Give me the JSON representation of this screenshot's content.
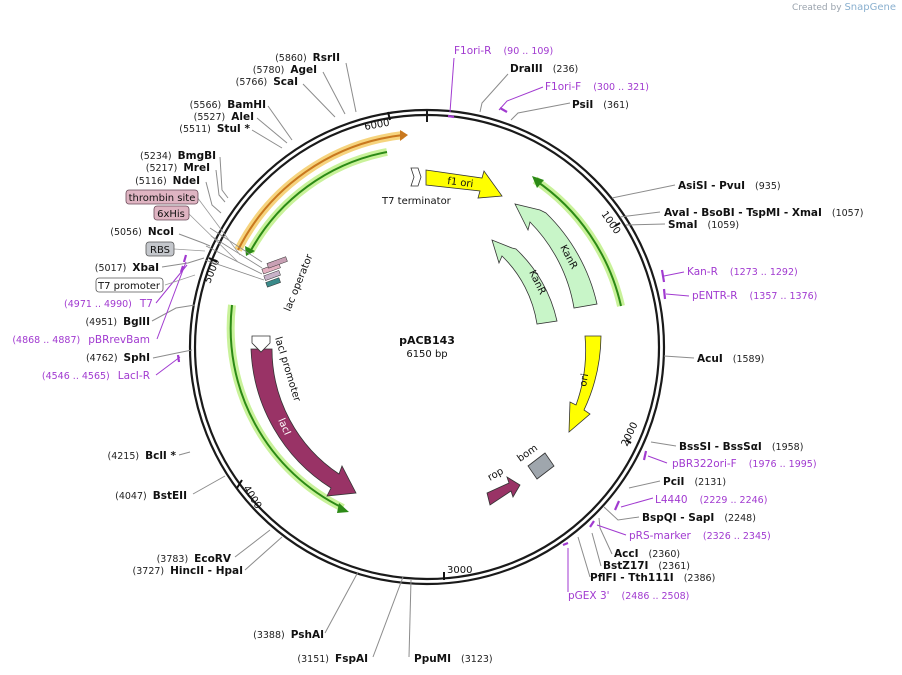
{
  "credit": {
    "prefix": "Created by",
    "app": "SnapGene"
  },
  "plasmid": {
    "name": "pACB143",
    "length": "6150 bp"
  },
  "ticks": [
    "1000",
    "2000",
    "3000",
    "4000",
    "5000",
    "6000"
  ],
  "restriction_sites": [
    {
      "name": "RsrII",
      "pos": "(5860)"
    },
    {
      "name": "AgeI",
      "pos": "(5780)"
    },
    {
      "name": "ScaI",
      "pos": "(5766)"
    },
    {
      "name": "DraIII",
      "pos": "(236)"
    },
    {
      "name": "PsiI",
      "pos": "(361)"
    },
    {
      "name": "BamHI",
      "pos": "(5566)"
    },
    {
      "name": "AleI",
      "pos": "(5527)"
    },
    {
      "name": "StuI *",
      "pos": "(5511)"
    },
    {
      "name": "BmgBI",
      "pos": "(5234)"
    },
    {
      "name": "MreI",
      "pos": "(5217)"
    },
    {
      "name": "NdeI",
      "pos": "(5116)"
    },
    {
      "name": "NcoI",
      "pos": "(5056)"
    },
    {
      "name": "XbaI",
      "pos": "(5017)"
    },
    {
      "name": "BglII",
      "pos": "(4951)"
    },
    {
      "name": "SphI",
      "pos": "(4762)"
    },
    {
      "name": "BclI *",
      "pos": "(4215)"
    },
    {
      "name": "BstEII",
      "pos": "(4047)"
    },
    {
      "name": "EcoRV",
      "pos": "(3783)"
    },
    {
      "name": "HincII  -  HpaI",
      "pos": "(3727)"
    },
    {
      "name": "PshAI",
      "pos": "(3388)"
    },
    {
      "name": "FspAI",
      "pos": "(3151)"
    },
    {
      "name": "PpuMI",
      "pos": "(3123)"
    },
    {
      "name": "AsiSI  -  PvuI",
      "pos": "(935)"
    },
    {
      "name": "AvaI  -  BsoBI  -  TspMI  -  XmaI",
      "pos": "(1057)"
    },
    {
      "name": "SmaI",
      "pos": "(1059)"
    },
    {
      "name": "AcuI",
      "pos": "(1589)"
    },
    {
      "name": "BssSI  -  BssSαI",
      "pos": "(1958)"
    },
    {
      "name": "PciI",
      "pos": "(2131)"
    },
    {
      "name": "BspQI  -  SapI",
      "pos": "(2248)"
    },
    {
      "name": "AccI",
      "pos": "(2360)"
    },
    {
      "name": "BstZ17I",
      "pos": "(2361)"
    },
    {
      "name": "PflFI  -  Tth111I",
      "pos": "(2386)"
    }
  ],
  "primers": [
    {
      "name": "F1ori-R",
      "pos": "(90 .. 109)"
    },
    {
      "name": "F1ori-F",
      "pos": "(300 .. 321)"
    },
    {
      "name": "Kan-R",
      "pos": "(1273 .. 1292)"
    },
    {
      "name": "pENTR-R",
      "pos": "(1357 .. 1376)"
    },
    {
      "name": "pBR322ori-F",
      "pos": "(1976 .. 1995)"
    },
    {
      "name": "L4440",
      "pos": "(2229 .. 2246)"
    },
    {
      "name": "pRS-marker",
      "pos": "(2326 .. 2345)"
    },
    {
      "name": "pGEX 3'",
      "pos": "(2486 .. 2508)"
    },
    {
      "name": "T7",
      "pos": "(4971 .. 4990)"
    },
    {
      "name": "pBRrevBam",
      "pos": "(4868 .. 4887)"
    },
    {
      "name": "LacI-R",
      "pos": "(4546 .. 4565)"
    }
  ],
  "boxed_features": [
    "thrombin site",
    "6xHis",
    "RBS",
    "T7 promoter"
  ],
  "feature_labels": {
    "f1ori": "f1 ori",
    "kanr_outer": "KanR",
    "kanr_inner": "KanR",
    "ori": "ori",
    "bom": "bom",
    "rop": "rop",
    "laci": "lacI",
    "laci_promoter": "lacI promoter",
    "lac_operator": "lac operator",
    "t7_terminator": "T7 terminator"
  },
  "colors": {
    "backbone": "#1a1a1a",
    "enzyme_line": "#8c8c8c",
    "primer": "#a13ad0",
    "orf_green": "#2c8a16",
    "orf_glow": "#c9f29a",
    "orf_orange": "#c9781e",
    "orf_orange_glow": "#f6d47e",
    "rep_origin": "#ffff00",
    "kanr_fill": "#c8f5c8",
    "laci_fill": "#993366",
    "rop_fill": "#993366",
    "bom_fill": "#9fa6ad",
    "thrombin_fill": "#dfb4c2",
    "his_fill": "#dfb4c2",
    "rbs_fill": "#c4c7cc"
  }
}
